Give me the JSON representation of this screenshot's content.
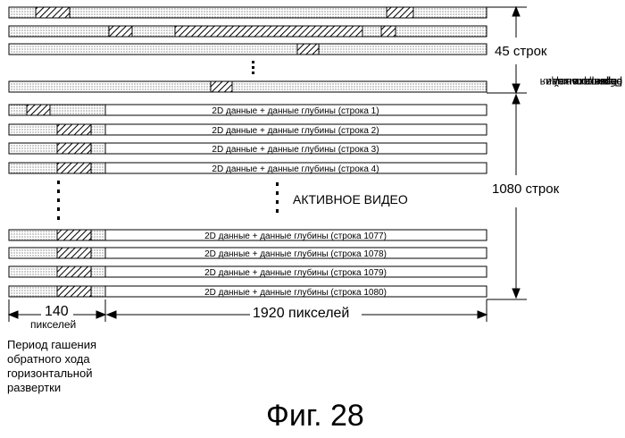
{
  "figure": {
    "caption": "Фиг. 28",
    "vertical_blanking_label": [
      "Период гашения",
      "обратного хода",
      "вертикальной",
      "развертки"
    ],
    "vertical_blanking_count": "45 строк",
    "active_lines_count": "1080 строк",
    "active_video_label": "АКТИВНОЕ ВИДЕО",
    "horizontal_blanking_pixels": "140",
    "pixels_word": "пикселей",
    "active_pixels": "1920 пикселей",
    "horizontal_blanking_label": [
      "Период гашения",
      "обратного хода",
      "горизонтальной",
      "развертки"
    ],
    "active_rows": [
      "2D данные + данные глубины (строка 1)",
      "2D данные + данные глубины (строка 2)",
      "2D данные + данные глубины (строка 3)",
      "2D данные + данные глубины (строка 4)",
      "2D данные + данные глубины (строка 1077)",
      "2D данные + данные глубины (строка 1078)",
      "2D данные + данные глубины (строка 1079)",
      "2D данные + данные глубины (строка 1080)"
    ]
  }
}
